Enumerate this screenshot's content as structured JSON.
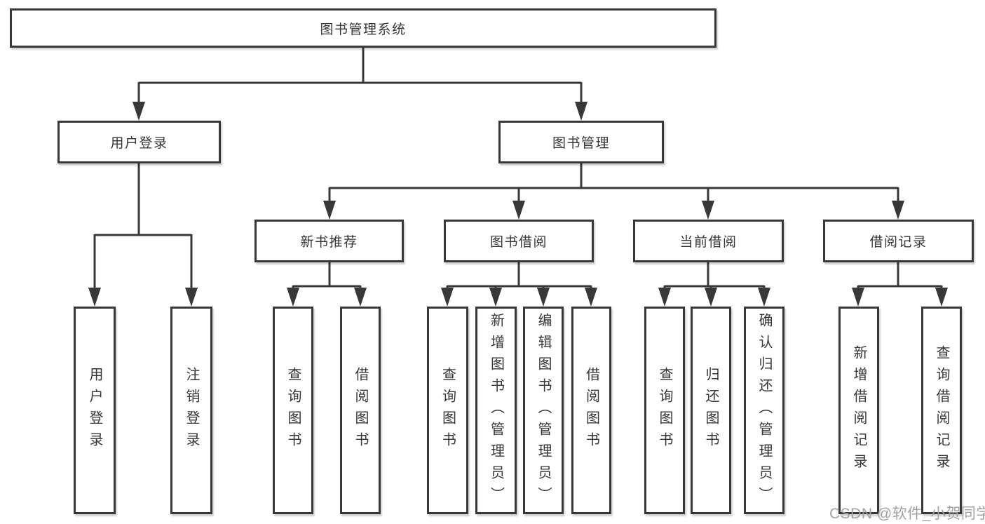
{
  "tree": {
    "root": {
      "label": "图书管理系统",
      "children": [
        {
          "label": "用户登录",
          "children": [
            {
              "label": "用户登录"
            },
            {
              "label": "注销登录"
            }
          ]
        },
        {
          "label": "图书管理",
          "children": [
            {
              "label": "新书推荐",
              "children": [
                {
                  "label": "查询图书"
                },
                {
                  "label": "借阅图书"
                }
              ]
            },
            {
              "label": "图书借阅",
              "children": [
                {
                  "label": "查询图书"
                },
                {
                  "label": "新增图书（管理员）"
                },
                {
                  "label": "编辑图书（管理员）"
                },
                {
                  "label": "借阅图书"
                }
              ]
            },
            {
              "label": "当前借阅",
              "children": [
                {
                  "label": "查询图书"
                },
                {
                  "label": "归还图书"
                },
                {
                  "label": "确认归还（管理员）"
                }
              ]
            },
            {
              "label": "借阅记录",
              "children": [
                {
                  "label": "新增借阅记录"
                },
                {
                  "label": "查询借阅记录"
                }
              ]
            }
          ]
        }
      ]
    }
  },
  "watermark": "CSDN @软件_小贺同学",
  "colors": {
    "line": "#383838",
    "box_border": "#383838",
    "box_fill": "#ffffff",
    "text": "#363636",
    "watermark": "#a2a2a2",
    "background": "#ffffff"
  }
}
